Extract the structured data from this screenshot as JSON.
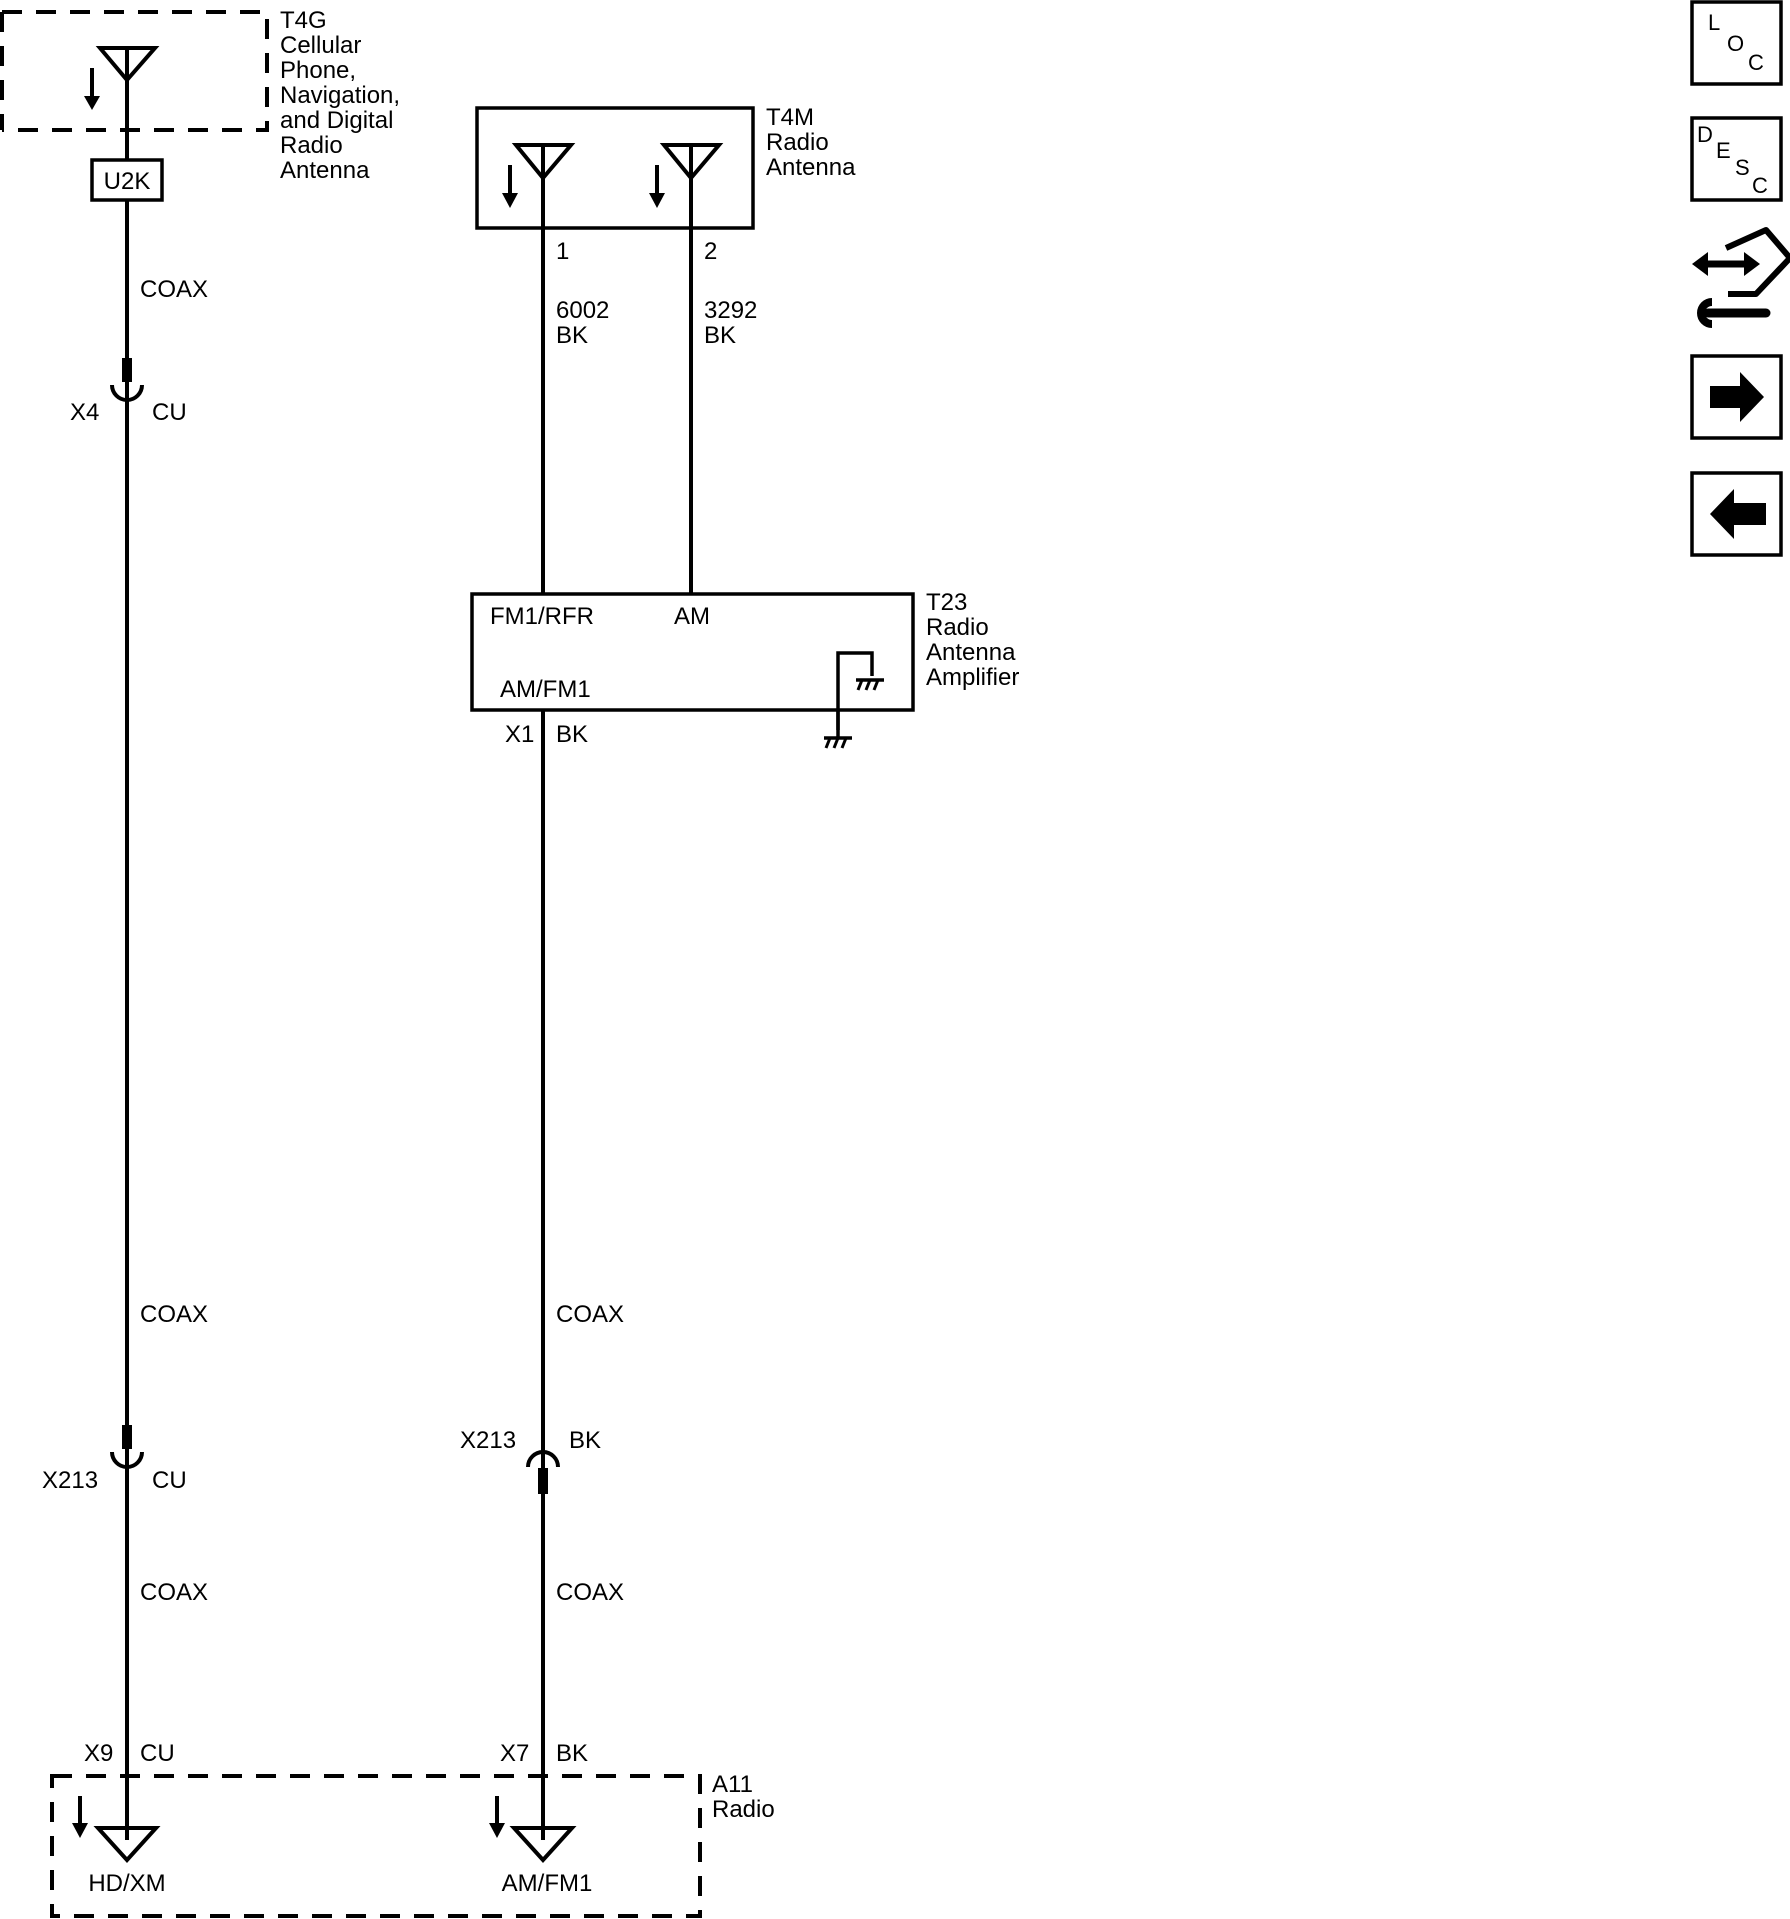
{
  "components": {
    "t4g": {
      "ref": "T4G",
      "name_lines": [
        "Cellular",
        "Phone,",
        "Navigation,",
        "and Digital",
        "Radio",
        "Antenna"
      ]
    },
    "u2k": "U2K",
    "t4m": {
      "ref": "T4M",
      "name_lines": [
        "Radio",
        "Antenna"
      ],
      "pin1": "1",
      "pin2": "2"
    },
    "t23": {
      "ref": "T23",
      "name_lines": [
        "Radio",
        "Antenna",
        "Amplifier"
      ],
      "term_fm1": "FM1/RFR",
      "term_am": "AM",
      "term_amfm": "AM/FM1",
      "connector": "X1",
      "connector_color": "BK"
    },
    "a11": {
      "ref": "A11",
      "name_lines": [
        "Radio"
      ],
      "term_hdxm": "HD/XM",
      "term_amfm": "AM/FM1",
      "conn_left": "X9",
      "conn_left_color": "CU",
      "conn_right": "X7",
      "conn_right_color": "BK"
    }
  },
  "wires": {
    "w6002": {
      "circuit": "6002",
      "color": "BK"
    },
    "w3292": {
      "circuit": "3292",
      "color": "BK"
    },
    "coax": "COAX"
  },
  "connectors": {
    "x4": {
      "name": "X4",
      "color": "CU"
    },
    "x213_left": {
      "name": "X213",
      "color": "CU"
    },
    "x213_right": {
      "name": "X213",
      "color": "BK"
    }
  },
  "nav": {
    "loc": [
      "L",
      "O",
      "C"
    ],
    "desc": [
      "D",
      "E",
      "S",
      "C"
    ],
    "icons": [
      "connector-tool-icon",
      "arrow-right-icon",
      "arrow-left-icon"
    ]
  }
}
